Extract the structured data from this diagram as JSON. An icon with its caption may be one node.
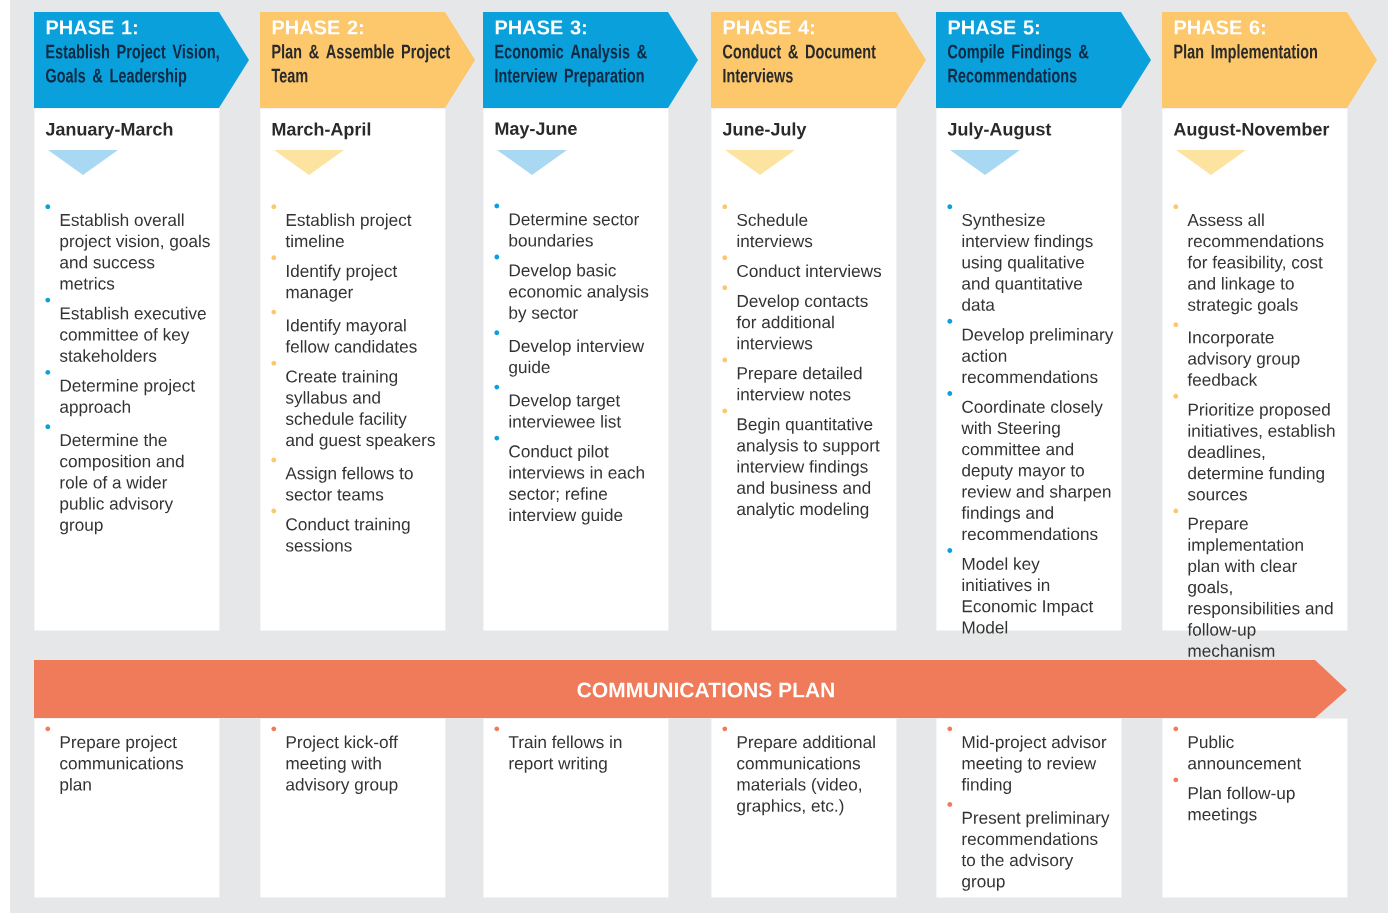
{
  "diagram": {
    "nodes": [
      {
        "text": [
          "PHASE 1:",
          "Establish Project Vision, Goals & Leadership"
        ]
      },
      {
        "text": [
          "PHASE 2:",
          "Plan & Assemble Project Team"
        ]
      },
      {
        "text": [
          "PHASE 3:",
          "Economic Analysis & Interview Preparation"
        ]
      },
      {
        "text": [
          "PHASE 4:",
          "Conduct & Document Interviews"
        ]
      },
      {
        "text": [
          "PHASE 5:",
          "Compile Findings & Recommendations"
        ]
      },
      {
        "text": [
          "PHASE 6:",
          "Plan Implementation"
        ]
      },
      {
        "text": [
          "January-March",
          "Establish overall project vision, goals and success metrics",
          "Establish executive committee of key stakeholders",
          "Determine project approach",
          "Determine the composition and role of a wider public advisory group"
        ]
      },
      {
        "text": [
          "March-April",
          "Establish project timeline",
          "Identify project manager",
          "Identify mayoral fellow candidates",
          "Create training syllabus and schedule facility and guest speakers",
          "Assign fellows to sector teams",
          "Conduct training sessions"
        ]
      },
      {
        "text": [
          "May-June",
          "Determine sector boundaries",
          "Develop basic economic analysis by sector",
          "Develop interview guide",
          "Develop target interviewee list",
          "Conduct pilot interviews in each sector; refine interview guide"
        ]
      },
      {
        "text": [
          "June-July",
          "Schedule interviews",
          "Conduct interviews",
          "Develop contacts for additional interviews",
          "Prepare detailed interview notes",
          "Begin quantitative analysis to support interview findings and business and analytic modeling"
        ]
      },
      {
        "text": [
          "July-August",
          "Synthesize interview findings using qualitative and quantitative data",
          "Develop preliminary action recommendations",
          "Coordinate closely with Steering committee and deputy mayor to review and sharpen findings and recommendations",
          "Model key initiatives in Economic Impact Model"
        ]
      },
      {
        "text": [
          "August-November",
          "Assess all recommendations for feasibility, cost and linkage to strategic goals",
          "Incorporate advisory group feedback",
          "Prioritize proposed initiatives, establish deadlines, determine funding sources",
          "Prepare implementation plan with clear goals, responsibilities and follow-up mechanism"
        ]
      },
      {
        "text": [
          "COMMUNICATIONS PLAN"
        ]
      },
      {
        "text": [
          "Prepare project communications plan"
        ]
      },
      {
        "text": [
          "Project kick-off meeting with advisory group"
        ]
      },
      {
        "text": [
          "Train fellows in report writing"
        ]
      },
      {
        "text": [
          "Prepare additional communications materials (video, graphics, etc.)"
        ]
      },
      {
        "text": [
          "Mid-project advisor meeting to review finding",
          "Present preliminary recommendations to the advisory group"
        ]
      },
      {
        "text": [
          "Public announcement",
          "Plan follow-up meetings"
        ]
      }
    ]
  }
}
